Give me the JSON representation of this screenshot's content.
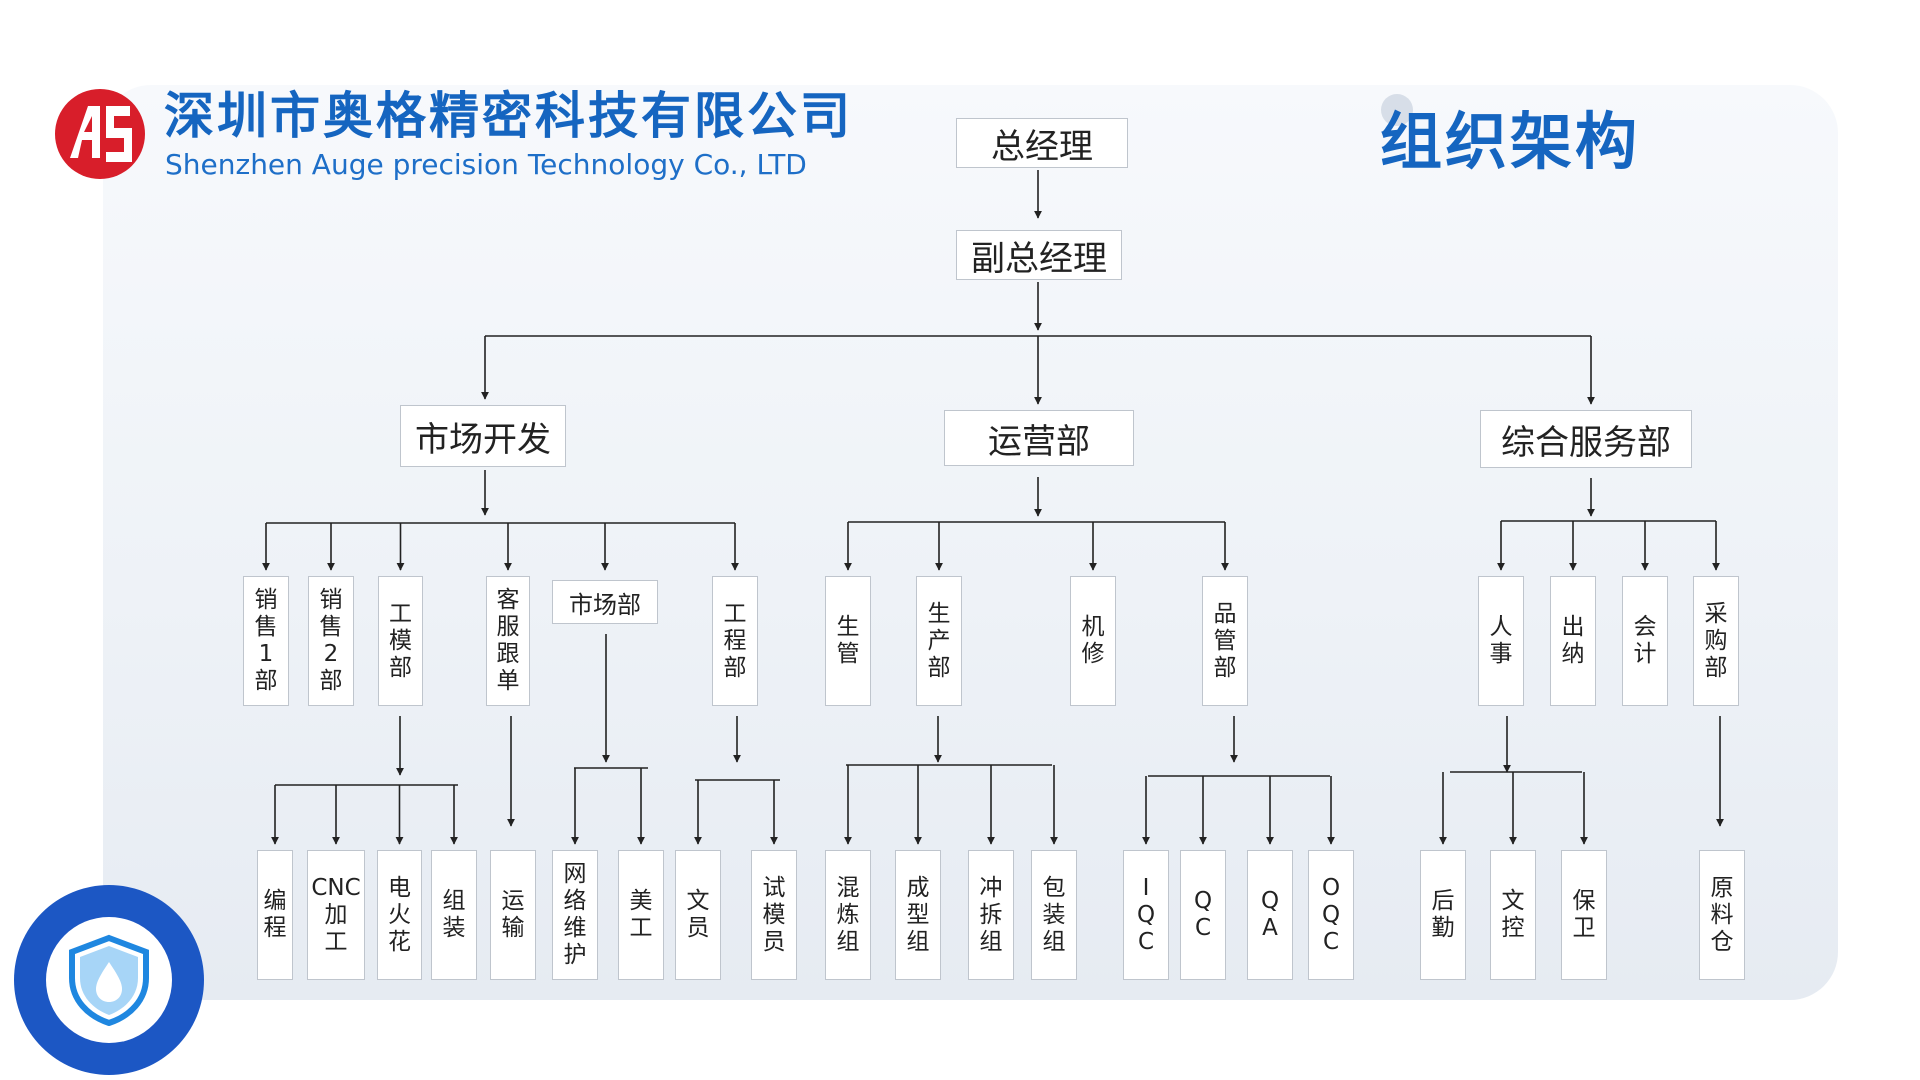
{
  "header": {
    "company_cn": "深圳市奥格精密科技有限公司",
    "company_en": "Shenzhen Auge precision Technology Co., LTD",
    "title": "组织架构"
  },
  "colors": {
    "brand_blue": "#1565c0",
    "logo_red": "#d81e2a",
    "badge_blue": "#1c57c4",
    "line": "#222222",
    "box_border": "#bfc5cd"
  },
  "icons": [
    "auge-logo",
    "shield-drop-icon"
  ],
  "org": {
    "gm": "总经理",
    "deputy": "副总经理",
    "divisions": [
      {
        "name": "市场开发",
        "departments": [
          {
            "name": "销售1部"
          },
          {
            "name": "销售2部"
          },
          {
            "name": "工模部",
            "units": [
              "编程",
              "CNC加工",
              "电火花",
              "组装"
            ]
          },
          {
            "name": "客服跟单",
            "units": [
              "运输"
            ]
          },
          {
            "name": "市场部",
            "units": [
              "网络维护",
              "美工"
            ]
          },
          {
            "name": "工程部",
            "units": [
              "文员",
              "试模员"
            ]
          }
        ]
      },
      {
        "name": "运营部",
        "departments": [
          {
            "name": "生管"
          },
          {
            "name": "生产部",
            "units": [
              "混炼组",
              "成型组",
              "冲拆组",
              "包装组"
            ]
          },
          {
            "name": "机修"
          },
          {
            "name": "品管部",
            "units": [
              "IQC",
              "QC",
              "QA",
              "OQC"
            ]
          }
        ]
      },
      {
        "name": "综合服务部",
        "departments": [
          {
            "name": "人事",
            "units": [
              "后勤",
              "文控",
              "保卫"
            ]
          },
          {
            "name": "出纳"
          },
          {
            "name": "会计"
          },
          {
            "name": "采购部",
            "units": [
              "原料仓"
            ]
          }
        ]
      }
    ]
  }
}
